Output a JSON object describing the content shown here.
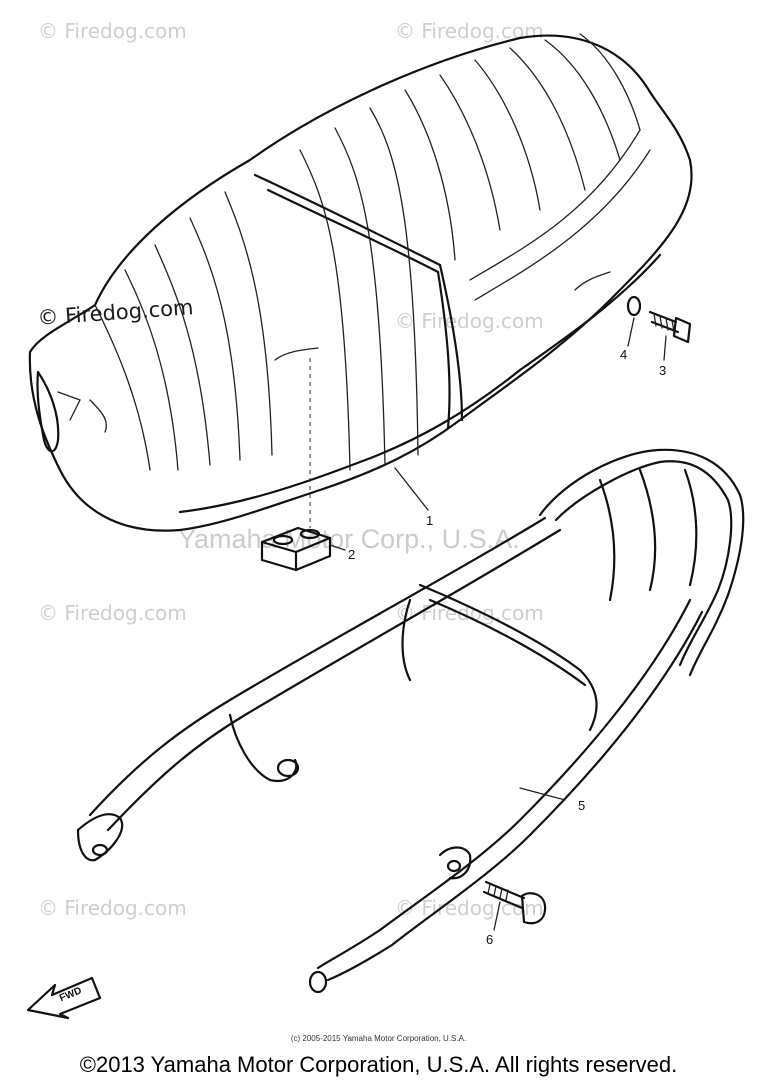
{
  "watermarks": {
    "site": "© Firedog.com",
    "site_prominent": "© Firedog.com",
    "corp": "Yamaha Motor Corp., U.S.A."
  },
  "callouts": [
    "1",
    "2",
    "3",
    "4",
    "5",
    "6"
  ],
  "direction_label": "FWD",
  "footer": {
    "small_copyright": "(c) 2005-2015 Yamaha Motor Corporation, U.S.A.",
    "main_copyright": "©2013 Yamaha Motor Corporation, U.S.A. All rights reserved."
  }
}
